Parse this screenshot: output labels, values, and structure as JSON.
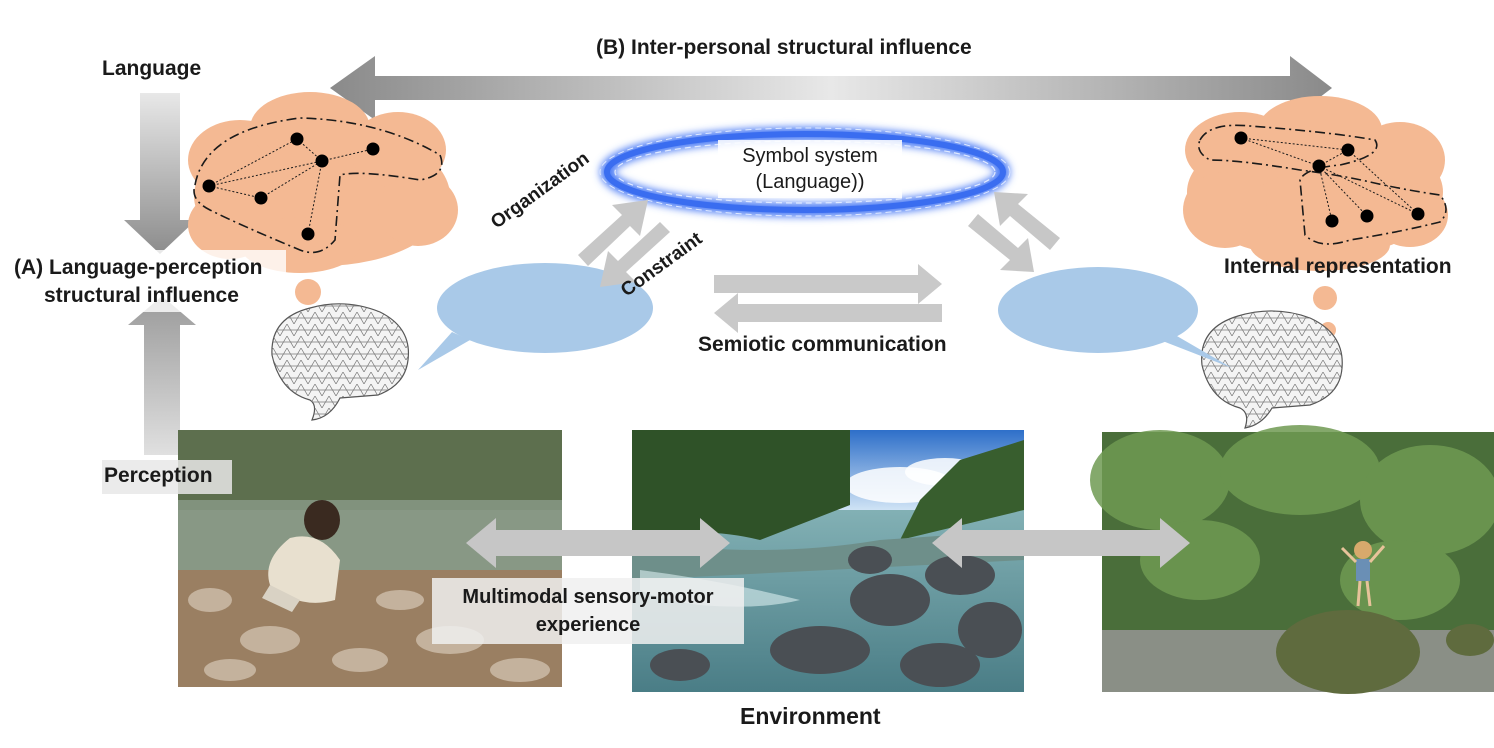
{
  "labels": {
    "interpersonal": "(B) Inter-personal structural influence",
    "language": "Language",
    "perception": "Perception",
    "language_perception_1": "(A) Language-perception",
    "language_perception_2": "structural influence",
    "symbol_system_1": "Symbol system",
    "symbol_system_2": "(Language))",
    "organization": "Organization",
    "constraint": "Constraint",
    "semiotic_communication": "Semiotic communication",
    "internal_representation": "Internal representation",
    "multimodal_1": "Multimodal sensory-motor",
    "multimodal_2": "experience",
    "environment": "Environment"
  },
  "images": {
    "left_photo": "woman-crouching-by-stream-photo",
    "center_photo": "mountain-river-rocks-photo",
    "right_photo": "child-standing-on-rock-photo"
  },
  "colors": {
    "thought_cloud": "#f4b993",
    "speech_bubble": "#a9c9e8",
    "symbol_ring": "#3a6df0",
    "arrow_gray": "#b8b8b8",
    "arrow_dark": "#8c8c8c"
  }
}
